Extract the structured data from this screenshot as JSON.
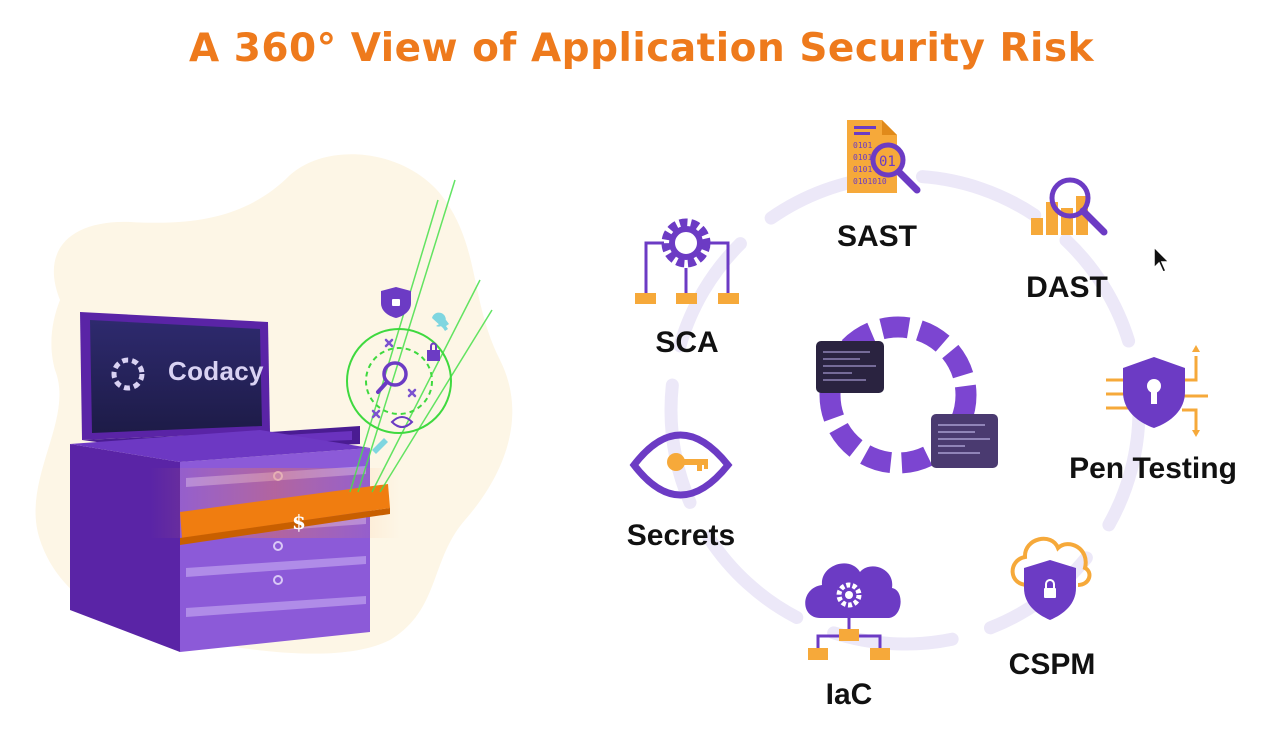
{
  "title": "A 360° View of Application Security Risk",
  "brand": {
    "name": "Codacy",
    "drawer_symbol": "$"
  },
  "nodes": [
    {
      "id": "sast",
      "label": "SAST",
      "icon": "code-document-magnifier-icon",
      "doc_text": "01"
    },
    {
      "id": "dast",
      "label": "DAST",
      "icon": "bar-chart-magnifier-icon"
    },
    {
      "id": "pen-testing",
      "label": "Pen Testing",
      "icon": "shield-keyhole-icon"
    },
    {
      "id": "cspm",
      "label": "CSPM",
      "icon": "cloud-shield-lock-icon"
    },
    {
      "id": "iac",
      "label": "IaC",
      "icon": "cloud-gear-network-icon"
    },
    {
      "id": "secrets",
      "label": "Secrets",
      "icon": "eye-key-icon"
    },
    {
      "id": "sca",
      "label": "SCA",
      "icon": "gear-dependency-tree-icon"
    }
  ],
  "colors": {
    "title": "#ee7a1c",
    "purple": "#6c3bc4",
    "orange": "#f6a93a",
    "ring": "#ece8f8",
    "blob": "#fdf6e6"
  }
}
